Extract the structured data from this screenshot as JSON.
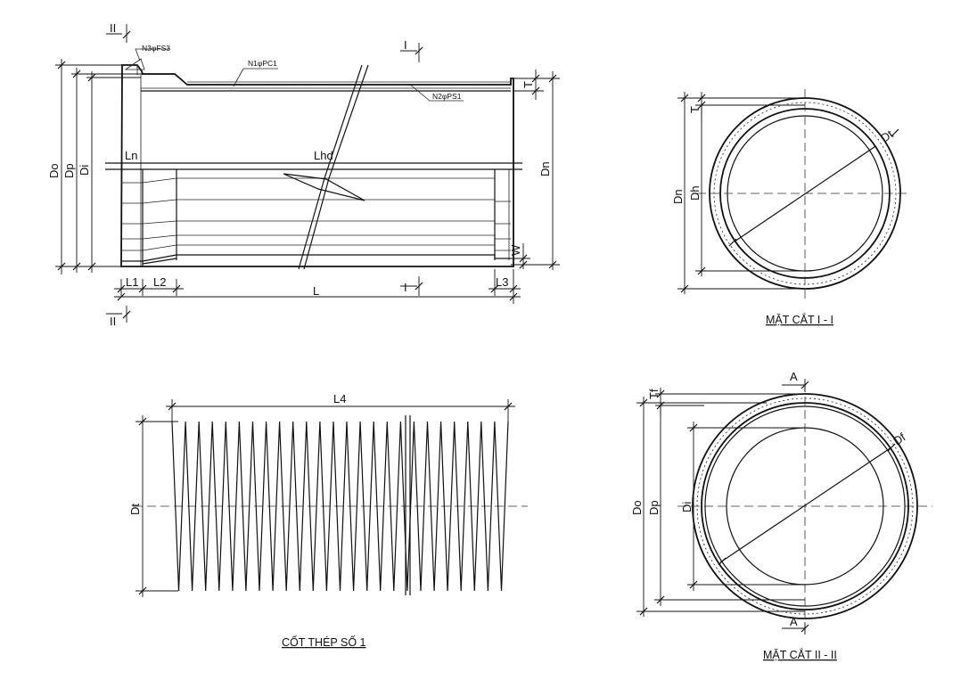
{
  "labels": {
    "sec2_top": "II",
    "sec2_bottom": "II",
    "sec1_top": "I",
    "sec1_bottom": "I",
    "n3": "N3φFS3",
    "n1": "N1φPC1",
    "n2": "N2φPS1",
    "ln": "Ln",
    "lhd": "Lhd",
    "do": "Do",
    "dp": "Dp",
    "di": "Di",
    "dn": "Dn",
    "t": "T",
    "w": "W",
    "l1": "L1",
    "l2": "L2",
    "l": "L",
    "l3": "L3"
  },
  "section1": {
    "caption": "MẶT CẮT I - I",
    "t": "T",
    "dn": "Dn",
    "dh": "Dh",
    "dt": "Dt"
  },
  "section2": {
    "caption": "MẶT CẮT II - II",
    "a_top": "A",
    "a_bottom": "A",
    "tf": "Tf",
    "do": "Do",
    "dp": "Dp",
    "di": "Di",
    "df": "Df"
  },
  "rebar": {
    "caption": "CỐT THÉP SỐ 1",
    "l4": "L4",
    "dt": "Dt",
    "spiral_turns": 25
  }
}
